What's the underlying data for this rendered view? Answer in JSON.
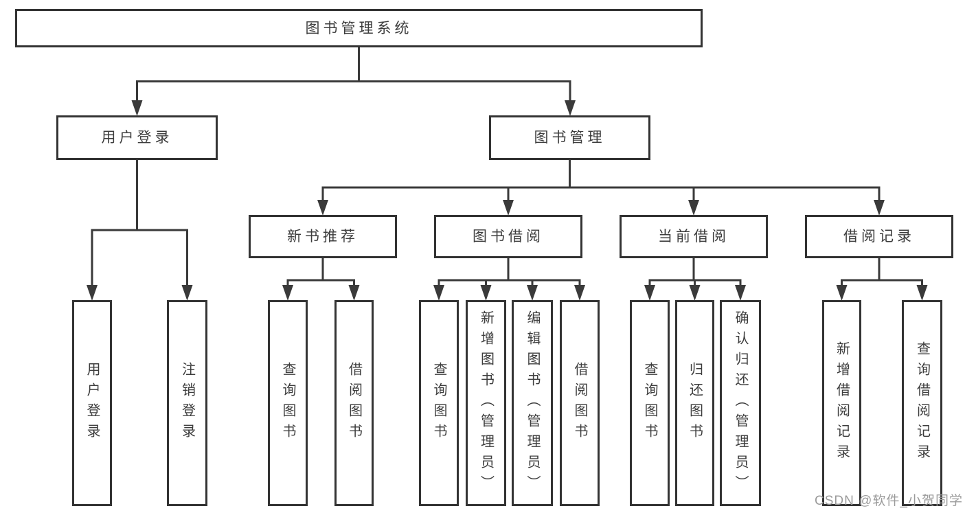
{
  "tree": {
    "root": {
      "label": "图书管理系统"
    },
    "level2": [
      {
        "label": "用户登录"
      },
      {
        "label": "图书管理"
      }
    ],
    "level3": [
      {
        "label": "新书推荐",
        "parent": "图书管理"
      },
      {
        "label": "图书借阅",
        "parent": "图书管理"
      },
      {
        "label": "当前借阅",
        "parent": "图书管理"
      },
      {
        "label": "借阅记录",
        "parent": "图书管理"
      }
    ],
    "leaves": [
      {
        "label": "用户登录",
        "parent": "用户登录"
      },
      {
        "label": "注销登录",
        "parent": "用户登录"
      },
      {
        "label": "查询图书",
        "parent": "新书推荐"
      },
      {
        "label": "借阅图书",
        "parent": "新书推荐"
      },
      {
        "label": "查询图书",
        "parent": "图书借阅"
      },
      {
        "label": "新增图书（管理员）",
        "parent": "图书借阅"
      },
      {
        "label": "编辑图书（管理员）",
        "parent": "图书借阅"
      },
      {
        "label": "借阅图书",
        "parent": "图书借阅"
      },
      {
        "label": "查询图书",
        "parent": "当前借阅"
      },
      {
        "label": "归还图书",
        "parent": "当前借阅"
      },
      {
        "label": "确认归还（管理员）",
        "parent": "当前借阅"
      },
      {
        "label": "新增借阅记录",
        "parent": "借阅记录"
      },
      {
        "label": "查询借阅记录",
        "parent": "借阅记录"
      }
    ]
  },
  "watermark": {
    "text": "CSDN @软件_小贺同学"
  },
  "colors": {
    "line": "#3a3a3a",
    "box_border": "#333333",
    "text": "#3d3d3d",
    "watermark": "#9b9b9b",
    "background": "#ffffff"
  }
}
